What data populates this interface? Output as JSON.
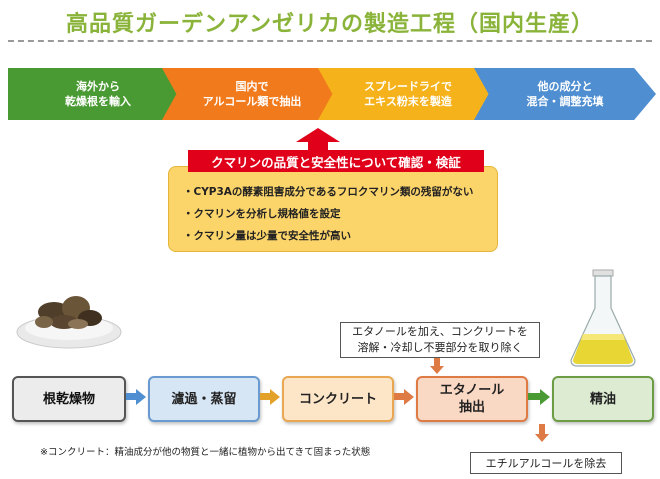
{
  "title": "高品質ガーデンアンゼリカの製造工程（国内生産）",
  "top_steps": [
    {
      "line1": "海外から",
      "line2": "乾燥根を輸入",
      "color": "#4a9a33"
    },
    {
      "line1": "国内で",
      "line2": "アルコール類で抽出",
      "color": "#f07a1c"
    },
    {
      "line1": "スプレードライで",
      "line2": "エキス粉末を製造",
      "color": "#f6b21a"
    },
    {
      "line1": "他の成分と",
      "line2": "混合・調整充填",
      "color": "#4f8fd1"
    }
  ],
  "quality_check": {
    "heading": "クマリンの品質と安全性について確認・検証",
    "bullets": [
      "CYP3Aの酵素阻害成分であるフロクマリン類の残留がない",
      "クマリンを分析し規格値を設定",
      "クマリン量は少量で安全性が高い"
    ]
  },
  "flow": {
    "step1": "根乾燥物",
    "step2": "濾過・蒸留",
    "step3": "コンクリート",
    "step4_line1": "エタノール",
    "step4_line2": "抽出",
    "step5": "精油"
  },
  "notes": {
    "ethanol_line1": "エタノールを加え、コンクリートを",
    "ethanol_line2": "溶解・冷却し不要部分を取り除く",
    "footnote": "※コンクリート：精油成分が他の物質と一緒に植物から出てきて固まった状態",
    "ethyl": "エチルアルコールを除去"
  }
}
